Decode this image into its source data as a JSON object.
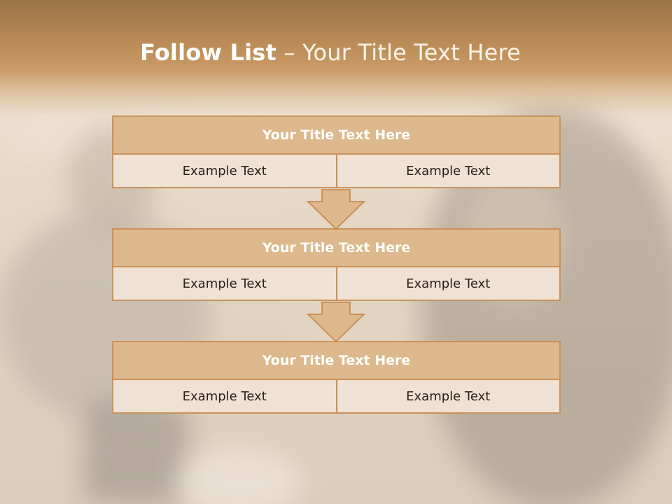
{
  "slide": {
    "title_bold": "Follow List",
    "title_rest": " – Your Title Text Here",
    "blocks": [
      {
        "title": "Your Title Text Here",
        "cells": [
          "Example Text",
          "Example Text"
        ]
      },
      {
        "title": "Your Title Text Here",
        "cells": [
          "Example Text",
          "Example Text"
        ]
      },
      {
        "title": "Your Title Text Here",
        "cells": [
          "Example Text",
          "Example Text"
        ]
      }
    ]
  },
  "colors": {
    "header": "#b98a55",
    "block_title_fill": "#ddb88c",
    "border": "#c8925c",
    "cell_fill": "#efe2d4"
  }
}
